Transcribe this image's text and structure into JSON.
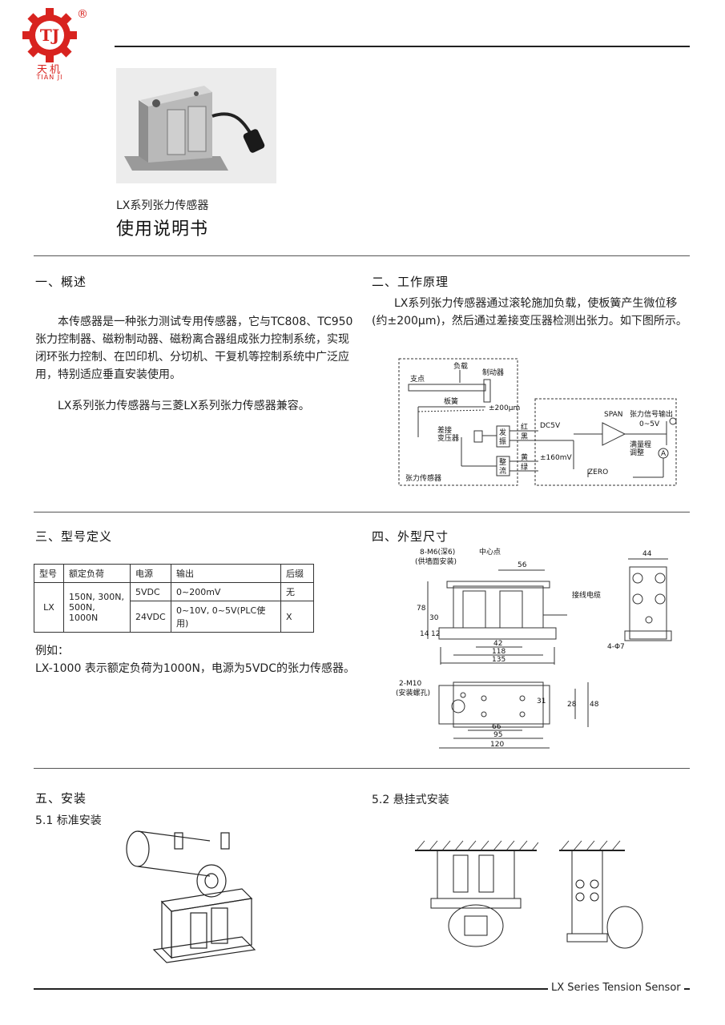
{
  "brand": {
    "logo_letters": "TJ",
    "registered": "®",
    "cn_name": "天机",
    "en_name": "TIAN JI"
  },
  "doc": {
    "subtitle": "LX系列张力传感器",
    "title": "使用说明书"
  },
  "sec1": {
    "heading": "一、概述",
    "p1": "本传感器是一种张力测试专用传感器，它与TC808、TC950张力控制器、磁粉制动器、磁粉离合器组成张力控制系统，实现闭环张力控制、在凹印机、分切机、干复机等控制系统中广泛应用，特别适应垂直安装使用。",
    "p2": "LX系列张力传感器与三菱LX系列张力传感器兼容。"
  },
  "sec2": {
    "heading": "二、工作原理",
    "p1": "LX系列张力传感器通过滚轮施加负载，使板簧产生微位移(约±200μm)，然后通过差接变压器检测出张力。如下图所示。",
    "diagram": {
      "fulcrum": "支点",
      "load": "负载",
      "brake": "制动器",
      "spring": "板簧",
      "disp": "±200μm",
      "transformer1": "差接",
      "transformer2": "变压器",
      "osc1": "发",
      "osc2": "振",
      "rect1": "整",
      "rect2": "流",
      "red1": "红",
      "black": "黑",
      "yellow": "黄",
      "green": "绿",
      "dc5v": "DC5V",
      "mv": "±160mV",
      "span": "SPAN",
      "out": "张力信号输出",
      "out_range": "0~5V",
      "full1": "满量程",
      "full2": "调整",
      "zero": "ZERO",
      "meter": "A",
      "sensor": "张力传感器"
    }
  },
  "sec3": {
    "heading": "三、型号定义",
    "table": {
      "headers": [
        "型号",
        "额定负荷",
        "电源",
        "输出",
        "后缀"
      ],
      "model": "LX",
      "load": "150N, 300N, 500N, 1000N",
      "rows": [
        {
          "power": "5VDC",
          "output": "0~200mV",
          "suffix": "无"
        },
        {
          "power": "24VDC",
          "output": "0~10V, 0~5V(PLC使用)",
          "suffix": "X"
        }
      ]
    },
    "example_label": "例如：",
    "example_text": "LX-1000  表示额定负荷为1000N，电源为5VDC的张力传感器。"
  },
  "sec4": {
    "heading": "四、外型尺寸",
    "dims": {
      "m6": "8-M6(深6)",
      "m6b": "(供墙面安装)",
      "center": "中心点",
      "cable": "接线电缆",
      "d56": "56",
      "d44": "44",
      "d78": "78",
      "d30": "30",
      "d14": "14",
      "d12": "12",
      "d42": "42",
      "d118": "118",
      "d135": "135",
      "phi7": "4-Φ7",
      "m10": "2-M10",
      "m10b": "(安装螺孔)",
      "d31": "31",
      "d28": "28",
      "d48": "48",
      "d66": "66",
      "d95": "95",
      "d120": "120"
    }
  },
  "sec5": {
    "heading": "五、安装",
    "sub1": "5.1 标准安装",
    "sub2": "5.2 悬挂式安装"
  },
  "footer": {
    "text": "LX Series Tension Sensor"
  }
}
